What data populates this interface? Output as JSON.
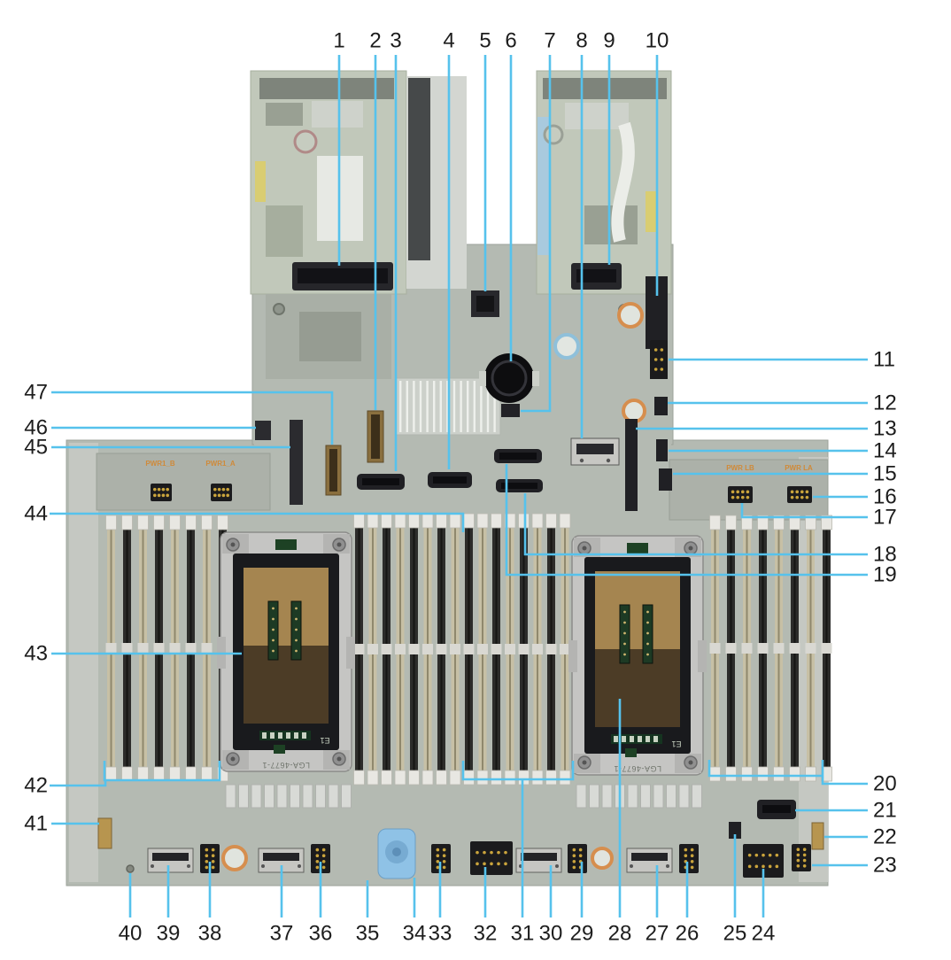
{
  "diagram": {
    "type": "server-system-board-callout-diagram",
    "background": "#ffffff",
    "colors": {
      "leader_line": "#56c2ec",
      "callout_text": "#1d1d1d",
      "board_fill": "#b4bab2",
      "riser_fill": "#c1c8ba",
      "pwr_label_text": "#cf8a3a"
    },
    "board_text": {
      "pwr1_b": "PWR1_B",
      "pwr1_a": "PWR1_A",
      "pwr_lb": "PWR LB",
      "pwr_la": "PWR LA",
      "cpu1_socket": "LGA-4677-1",
      "cpu1_pin1": "E1",
      "cpu2_socket": "LGA-4677-1",
      "cpu2_pin1": "E1"
    },
    "callouts": [
      1,
      2,
      3,
      4,
      5,
      6,
      7,
      8,
      9,
      10,
      11,
      12,
      13,
      14,
      15,
      16,
      17,
      18,
      19,
      20,
      21,
      22,
      23,
      24,
      25,
      26,
      27,
      28,
      29,
      30,
      31,
      32,
      33,
      34,
      35,
      36,
      37,
      38,
      39,
      40,
      41,
      42,
      43,
      44,
      45,
      46,
      47
    ]
  }
}
